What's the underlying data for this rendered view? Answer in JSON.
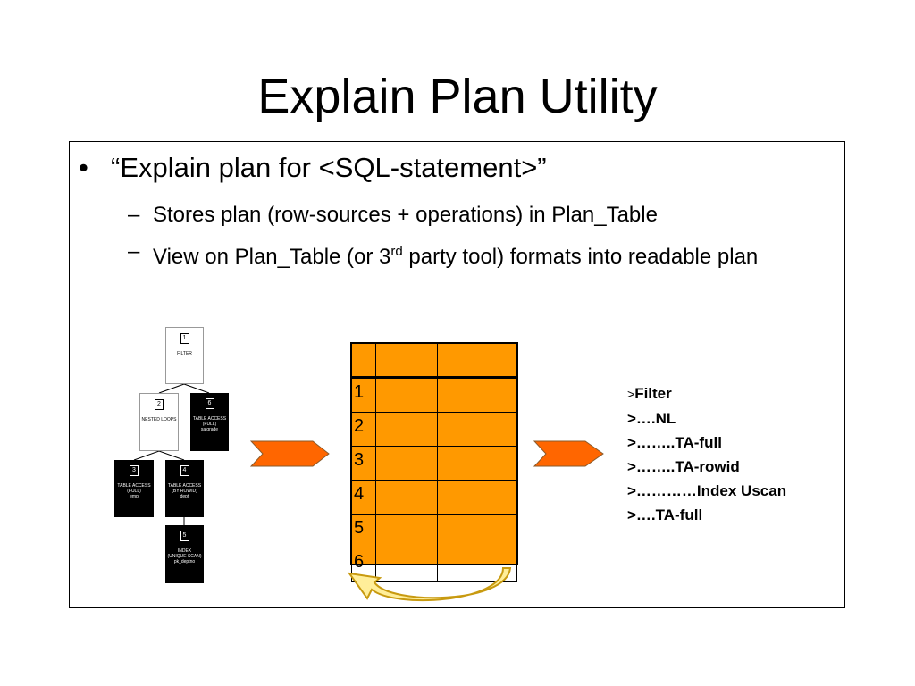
{
  "title": "Explain Plan Utility",
  "bullets": {
    "main": "“Explain plan for <SQL-statement>”",
    "bullet_symbol": "•",
    "dash_symbol": "–",
    "sub1": "Stores plan (row-sources + operations) in Plan_Table",
    "sub2_before": "View on Plan_Table (or 3",
    "sub2_sup": "rd",
    "sub2_after": " party tool) formats into readable plan"
  },
  "tree": {
    "nodes": [
      {
        "num": "1",
        "line1": "FILTER",
        "line2": "",
        "line3": "",
        "style": "white"
      },
      {
        "num": "2",
        "line1": "NESTED LOOPS",
        "line2": "",
        "line3": "",
        "style": "white"
      },
      {
        "num": "6",
        "line1": "TABLE ACCESS",
        "line2": "(FULL)",
        "line3": "salgrade",
        "style": "black"
      },
      {
        "num": "3",
        "line1": "TABLE ACCESS",
        "line2": "(FULL)",
        "line3": "emp",
        "style": "black"
      },
      {
        "num": "4",
        "line1": "TABLE ACCESS",
        "line2": "(BY ROWID)",
        "line3": "dept",
        "style": "black"
      },
      {
        "num": "5",
        "line1": "INDEX",
        "line2": "(UNIQUE SCAN)",
        "line3": "pk_deptno",
        "style": "black"
      }
    ]
  },
  "plan_table": {
    "row_numbers": [
      "1",
      "2",
      "3",
      "4",
      "5",
      "6"
    ]
  },
  "output_lines": [
    {
      "prefix": ">",
      "text": "Filter"
    },
    {
      "prefix": "",
      "text": ">….NL"
    },
    {
      "prefix": "",
      "text": ">……..TA-full"
    },
    {
      "prefix": "",
      "text": ">……..TA-rowid"
    },
    {
      "prefix": "",
      "text": ">…………Index Uscan"
    },
    {
      "prefix": "",
      "text": ">….TA-full"
    }
  ],
  "colors": {
    "table_fill": "#ff9900",
    "arrow_fill": "#ff6600",
    "curved_arrow_fill": "#ffee99",
    "curved_arrow_stroke": "#c89a10"
  }
}
